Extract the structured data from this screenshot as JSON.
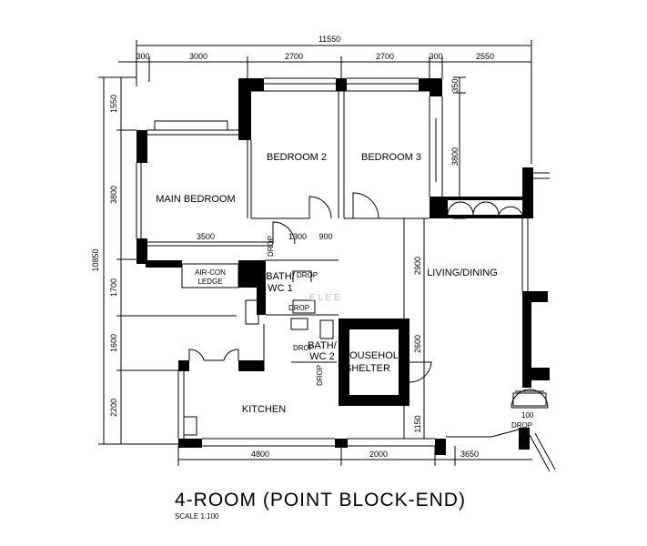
{
  "title": "4-ROOM (POINT BLOCK-END)",
  "scale": "SCALE  1:100",
  "rooms": {
    "bedroom_2": "BEDROOM 2",
    "bedroom_3": "BEDROOM 3",
    "main_bedroom": "MAIN BEDROOM",
    "living_dining": "LIVING/DINING",
    "kitchen": "KITCHEN",
    "air_con_ledge_1": "AIR-CON",
    "air_con_ledge_2": "LEDGE",
    "bath_wc1_1": "BATH/",
    "bath_wc1_2": "WC  1",
    "bath_wc2_1": "BATH/",
    "bath_wc2_2": "WC 2",
    "household_shelter_1": "HOUSEHOLD",
    "household_shelter_2": "SHELTER"
  },
  "labels": {
    "drop": "DROP",
    "drop_100": "100",
    "watermark": "E  L  E  E"
  },
  "dimensions": {
    "top_total": "11550",
    "top_segments": [
      "300",
      "3000",
      "2700",
      "2700",
      "300",
      "2550"
    ],
    "left_total": "10850",
    "left_segments": [
      "1550",
      "3800",
      "1700",
      "1600",
      "2200"
    ],
    "right_350": "350",
    "right_3800": "3800",
    "inner_3500": "3500",
    "inner_1300": "1300",
    "inner_900": "900",
    "inner_2900": "2900",
    "inner_2600": "2600",
    "inner_1150": "1150",
    "bottom_segments": [
      "4800",
      "2000",
      "3650"
    ]
  }
}
